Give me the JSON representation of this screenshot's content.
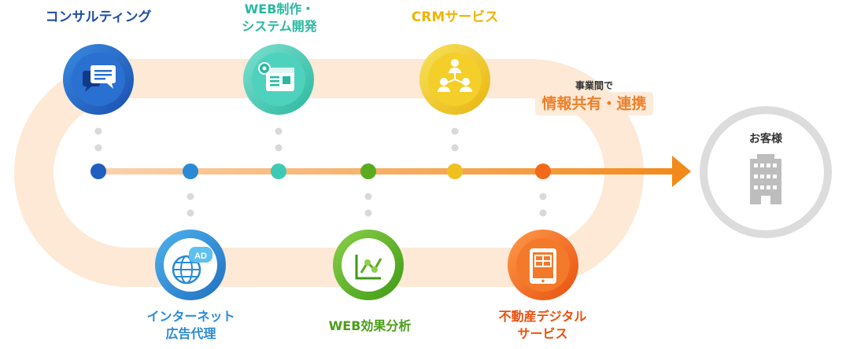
{
  "nodes_top": [
    {
      "label_lines": [
        "コンサルティング"
      ],
      "color": "#1f5fbf",
      "icon": "chat-bubble-icon"
    },
    {
      "label_lines": [
        "WEB制作・",
        "システム開発"
      ],
      "color": "#3ccab4",
      "icon": "web-settings-icon"
    },
    {
      "label_lines": [
        "CRMサービス"
      ],
      "color": "#f0c020",
      "icon": "people-network-icon"
    }
  ],
  "nodes_bottom": [
    {
      "label_lines": [
        "インターネット",
        "広告代理"
      ],
      "color": "#2a8ad6",
      "icon": "globe-ad-icon"
    },
    {
      "label_lines": [
        "WEB効果分析"
      ],
      "color": "#5aab1f",
      "icon": "line-chart-icon"
    },
    {
      "label_lines": [
        "不動産デジタル",
        "サービス"
      ],
      "color": "#f06a1a",
      "icon": "tablet-floorplan-icon"
    }
  ],
  "share": {
    "small": "事業間で",
    "big": "情報共有・連携"
  },
  "customer": {
    "label": "お客様",
    "icon": "building-icon"
  },
  "colors": {
    "loop": "#fde9d5",
    "arrow": "#f28a1a",
    "timeline_dots": [
      "#1f5fbf",
      "#2a8ad6",
      "#3ccab4",
      "#5aab1f",
      "#f0c020",
      "#f06a1a"
    ]
  }
}
